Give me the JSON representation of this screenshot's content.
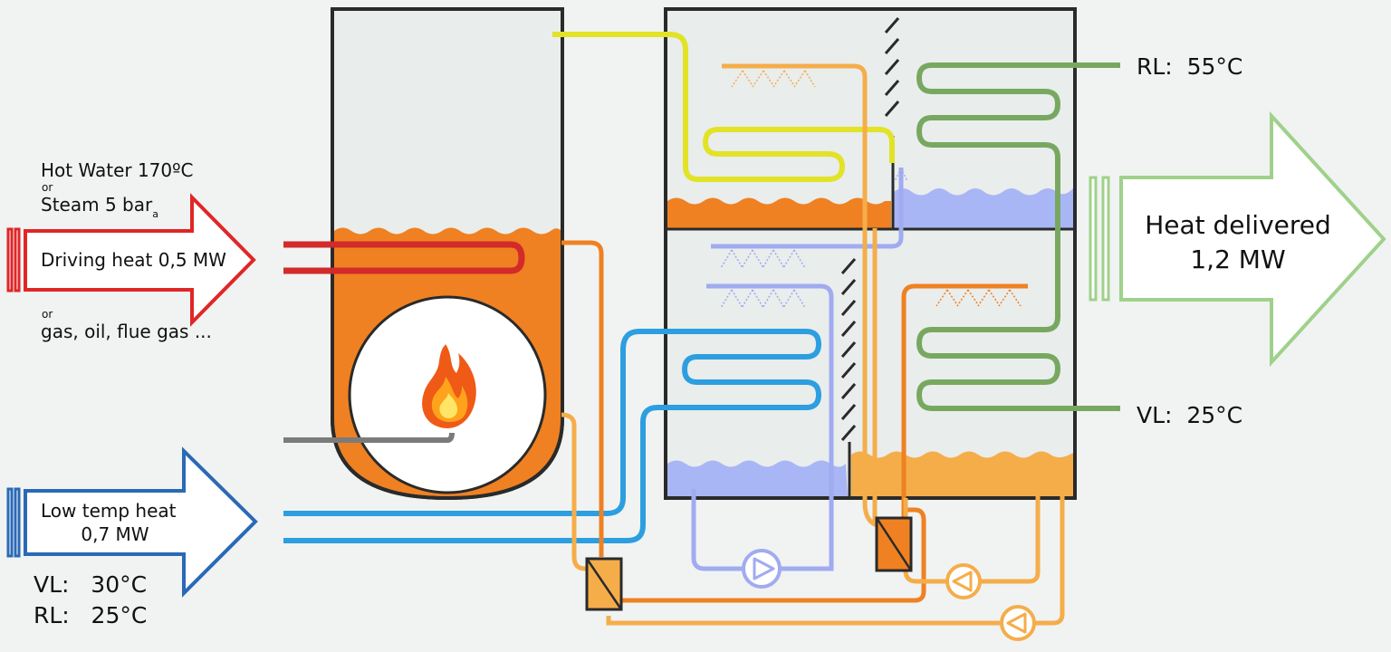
{
  "driving_heat": {
    "line1": "Hot Water 170ºC",
    "or1": "or",
    "line2": "Steam 5 bar",
    "subscript": "a",
    "arrow_label": "Driving heat 0,5 MW",
    "or2": "or",
    "line3": "gas, oil, flue gas ..."
  },
  "low_temp_heat": {
    "line1": "Low temp heat",
    "line2": "0,7 MW",
    "vl": "VL:   30°C",
    "rl": "RL:   25°C"
  },
  "heat_delivered": {
    "line1": "Heat delivered",
    "line2": "1,2 MW",
    "rl": "RL:  55°C",
    "vl": "VL:  25°C"
  },
  "colors": {
    "driving": "#e02626",
    "driving_pipe": "#d32a2a",
    "low_temp": "#2a69b5",
    "delivered": "#9fd18a",
    "generator_fluid": "#ef8122",
    "solution_light": "#f5ad4a",
    "refrigerant_liquid": "#a9b6f5",
    "refrigerant_pipe": "#a0abf0",
    "condenser_pipe": "#e2e227",
    "cooling_pipe": "#78a860",
    "chilled_pipe": "#2d9ee0",
    "frame": "#2a2a2a"
  },
  "icons": {
    "flame": "flame-icon",
    "pump": "pump-icon",
    "heat_exchanger": "heat-exchanger-icon"
  }
}
